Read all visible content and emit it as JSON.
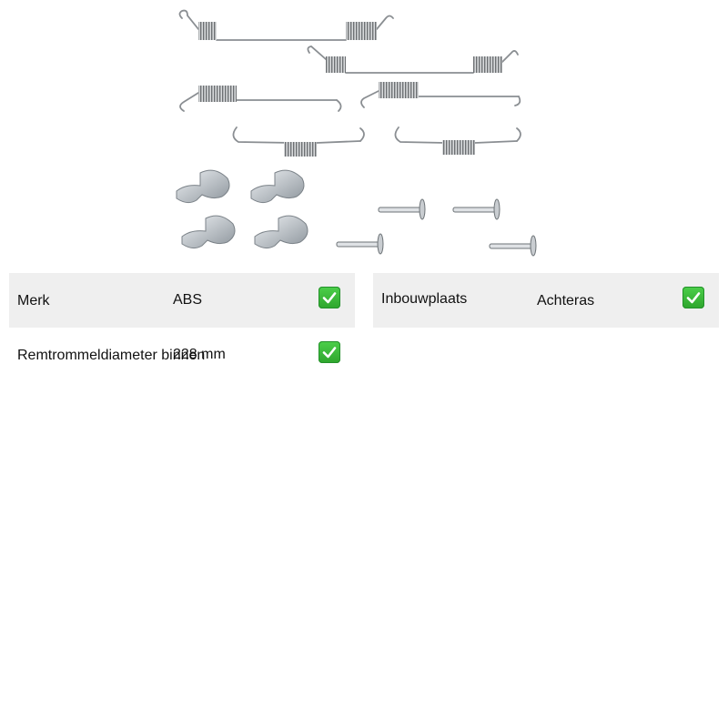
{
  "product": {
    "image_alt": "brake shoe accessory kit: springs, clips and pins"
  },
  "specs": [
    {
      "label": "Merk",
      "value": "ABS",
      "check_icon": "check-mark-icon"
    },
    {
      "label": "Inbouwplaats",
      "value": "Achteras",
      "check_icon": "check-mark-icon"
    },
    {
      "label": "Remtrommeldiameter binnen",
      "value": "228 mm",
      "check_icon": "check-mark-icon"
    }
  ],
  "colors": {
    "row_background": "#efefef",
    "check_green": "#3cb83b"
  }
}
